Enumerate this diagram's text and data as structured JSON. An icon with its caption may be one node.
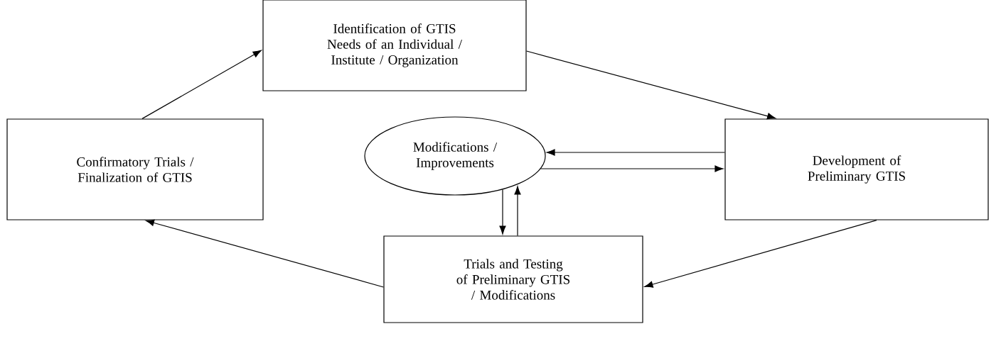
{
  "diagram": {
    "nodes": [
      {
        "text": [
          "Identification of GTIS Needs of an Individual / Institute / Organization"
        ]
      },
      {
        "text": [
          "Confirmatory Trials / Finalization of GTIS"
        ]
      },
      {
        "text": [
          "Modifications / Improvements"
        ]
      },
      {
        "text": [
          "Development of Preliminary GTIS"
        ]
      },
      {
        "text": [
          "Trials and Testing of Preliminary GTIS / Modifications"
        ]
      }
    ],
    "edges": [
      {
        "from": 1,
        "to": 0,
        "arrow": "to"
      },
      {
        "from": 0,
        "to": 3,
        "arrow": "to"
      },
      {
        "from": 3,
        "to": 4,
        "arrow": "to"
      },
      {
        "from": 4,
        "to": 1,
        "arrow": "to"
      },
      {
        "from": 3,
        "to": 2,
        "arrow": "to"
      },
      {
        "from": 2,
        "to": 3,
        "arrow": "to"
      },
      {
        "from": 2,
        "to": 4,
        "arrow": "to"
      },
      {
        "from": 4,
        "to": 2,
        "arrow": "to"
      }
    ]
  }
}
